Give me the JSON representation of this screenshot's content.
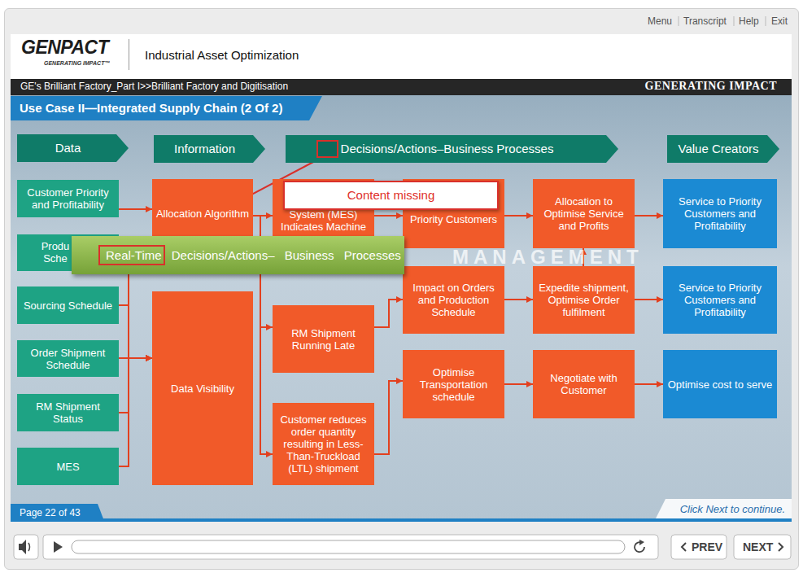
{
  "diagram": {
    "title": "Use Case II—Integrated Supply Chain (2 Of 2)",
    "nodes": [
      {
        "text": [
          "Data"
        ]
      },
      {
        "text": [
          "Information"
        ]
      },
      {
        "text": [
          "Decisions/Actions–Business Processes"
        ]
      },
      {
        "text": [
          "Value Creators"
        ]
      },
      {
        "text": [
          "Customer Priority and Profitability"
        ]
      },
      {
        "text": [
          "Allocation Algorithm"
        ]
      },
      {
        "text": [
          "System (MES) Indicates Machine"
        ]
      },
      {
        "text": [
          "Priority Customers"
        ]
      },
      {
        "text": [
          "Allocation to Optimise Service and Profits"
        ]
      },
      {
        "text": [
          "Service to Priority Customers and Profitability"
        ]
      },
      {
        "text": [
          "Produ Sche"
        ]
      },
      {
        "text": [
          "Impact on Orders and Production Schedule"
        ]
      },
      {
        "text": [
          "Expedite shipment, Optimise Order fulfilment"
        ]
      },
      {
        "text": [
          "Service to Priority Customers and Profitability"
        ]
      },
      {
        "text": [
          "Sourcing Schedule"
        ]
      },
      {
        "text": [
          "Data Visibility"
        ]
      },
      {
        "text": [
          "RM Shipment Running Late"
        ]
      },
      {
        "text": [
          "Optimise Transportation schedule"
        ]
      },
      {
        "text": [
          "Negotiate with Customer"
        ]
      },
      {
        "text": [
          "Optimise cost to serve"
        ]
      },
      {
        "text": [
          "Order Shipment Schedule"
        ]
      },
      {
        "text": [
          "RM Shipment Status"
        ]
      },
      {
        "text": [
          "Customer reduces order quantity resulting in Less-Than-Truckload (LTL) shipment"
        ]
      },
      {
        "text": [
          "MES"
        ]
      },
      {
        "text": [
          "Content missing"
        ]
      },
      {
        "text": [
          "Real-Time Decisions/Actions– Business Processes"
        ]
      }
    ],
    "edges": [
      {
        "from": 4,
        "to": 5,
        "arrow": "to"
      },
      {
        "from": 10,
        "to": 15,
        "arrow": "to"
      },
      {
        "from": 14,
        "to": 15,
        "arrow": "to"
      },
      {
        "from": 20,
        "to": 15,
        "arrow": "to"
      },
      {
        "from": 21,
        "to": 15,
        "arrow": "to"
      },
      {
        "from": 23,
        "to": 15,
        "arrow": "to"
      },
      {
        "from": 5,
        "to": 6,
        "arrow": "to"
      },
      {
        "from": 5,
        "to": 16,
        "arrow": "to"
      },
      {
        "from": 5,
        "to": 22,
        "arrow": "to"
      },
      {
        "from": 6,
        "to": 7,
        "arrow": "to"
      },
      {
        "from": 7,
        "to": 8,
        "arrow": "to"
      },
      {
        "from": 8,
        "to": 9,
        "arrow": "to"
      },
      {
        "from": 16,
        "to": 11,
        "arrow": "to"
      },
      {
        "from": 11,
        "to": 12,
        "arrow": "to"
      },
      {
        "from": 12,
        "to": 13,
        "arrow": "to"
      },
      {
        "from": 12,
        "to": 8,
        "arrow": "to"
      },
      {
        "from": 22,
        "to": 17,
        "arrow": "to"
      },
      {
        "from": 17,
        "to": 18,
        "arrow": "to"
      },
      {
        "from": 18,
        "to": 19,
        "arrow": "to"
      }
    ],
    "labels": [
      "Menu",
      "Transcript",
      "Help",
      "Exit",
      "GENPACT",
      "GENERATING IMPACT™",
      "Industrial Asset Optimization",
      "GE's Brilliant Factory_Part I>>Brilliant Factory and Digitisation",
      "GENERATING IMPACT",
      "MANAGEMENT",
      "Page 22 of 43",
      "Click Next to continue.",
      "PREV",
      "NEXT"
    ]
  }
}
